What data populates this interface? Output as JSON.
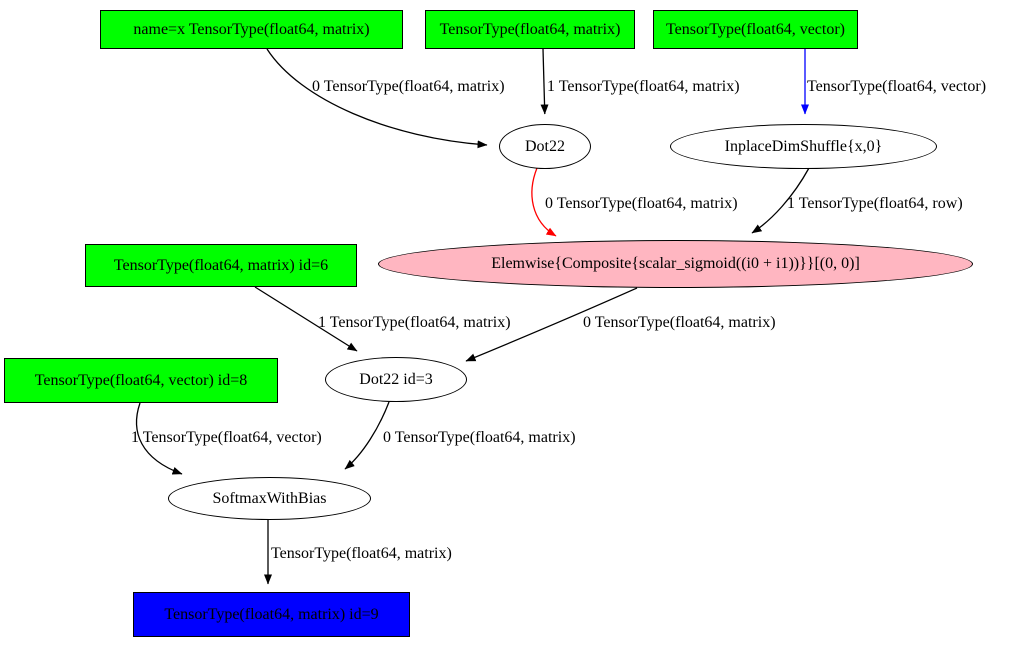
{
  "diagram": {
    "type": "computational-graph",
    "colors": {
      "input_fill": "#00ff00",
      "op_fill": "#ffffff",
      "inplace_op_fill": "#ffb6c1",
      "output_fill": "#0000ff",
      "edge_default": "#000000",
      "edge_red": "#ff0000",
      "edge_blue": "#0000ff",
      "background": "#ffffff"
    },
    "nodes": [
      {
        "id": "input-x",
        "shape": "box",
        "fill": "#00ff00",
        "label": "name=x TensorType(float64, matrix)"
      },
      {
        "id": "input-matrix",
        "shape": "box",
        "fill": "#00ff00",
        "label": "TensorType(float64, matrix)"
      },
      {
        "id": "input-vector",
        "shape": "box",
        "fill": "#00ff00",
        "label": "TensorType(float64, vector)"
      },
      {
        "id": "dot22",
        "shape": "ellipse",
        "fill": "#ffffff",
        "label": "Dot22"
      },
      {
        "id": "dimshuffle",
        "shape": "ellipse",
        "fill": "#ffffff",
        "label": "InplaceDimShuffle{x,0}"
      },
      {
        "id": "elemwise",
        "shape": "ellipse",
        "fill": "#ffb6c1",
        "label": "Elemwise{Composite{scalar_sigmoid((i0 + i1))}}[(0, 0)]"
      },
      {
        "id": "input-id6",
        "shape": "box",
        "fill": "#00ff00",
        "label": "TensorType(float64, matrix) id=6"
      },
      {
        "id": "dot22-id3",
        "shape": "ellipse",
        "fill": "#ffffff",
        "label": "Dot22 id=3"
      },
      {
        "id": "input-id8",
        "shape": "box",
        "fill": "#00ff00",
        "label": "TensorType(float64, vector) id=8"
      },
      {
        "id": "softmax",
        "shape": "ellipse",
        "fill": "#ffffff",
        "label": "SoftmaxWithBias"
      },
      {
        "id": "output-id9",
        "shape": "box",
        "fill": "#0000ff",
        "label": "TensorType(float64, matrix) id=9"
      }
    ],
    "edges": [
      {
        "from": "input-x",
        "to": "dot22",
        "color": "#000000",
        "label": "0 TensorType(float64, matrix)"
      },
      {
        "from": "input-matrix",
        "to": "dot22",
        "color": "#000000",
        "label": "1 TensorType(float64, matrix)"
      },
      {
        "from": "input-vector",
        "to": "dimshuffle",
        "color": "#0000ff",
        "label": "TensorType(float64, vector)"
      },
      {
        "from": "dot22",
        "to": "elemwise",
        "color": "#ff0000",
        "label": "0 TensorType(float64, matrix)"
      },
      {
        "from": "dimshuffle",
        "to": "elemwise",
        "color": "#000000",
        "label": "1 TensorType(float64, row)"
      },
      {
        "from": "input-id6",
        "to": "dot22-id3",
        "color": "#000000",
        "label": "1 TensorType(float64, matrix)"
      },
      {
        "from": "elemwise",
        "to": "dot22-id3",
        "color": "#000000",
        "label": "0 TensorType(float64, matrix)"
      },
      {
        "from": "input-id8",
        "to": "softmax",
        "color": "#000000",
        "label": "1 TensorType(float64, vector)"
      },
      {
        "from": "dot22-id3",
        "to": "softmax",
        "color": "#000000",
        "label": "0 TensorType(float64, matrix)"
      },
      {
        "from": "softmax",
        "to": "output-id9",
        "color": "#000000",
        "label": "TensorType(float64, matrix)"
      }
    ]
  }
}
